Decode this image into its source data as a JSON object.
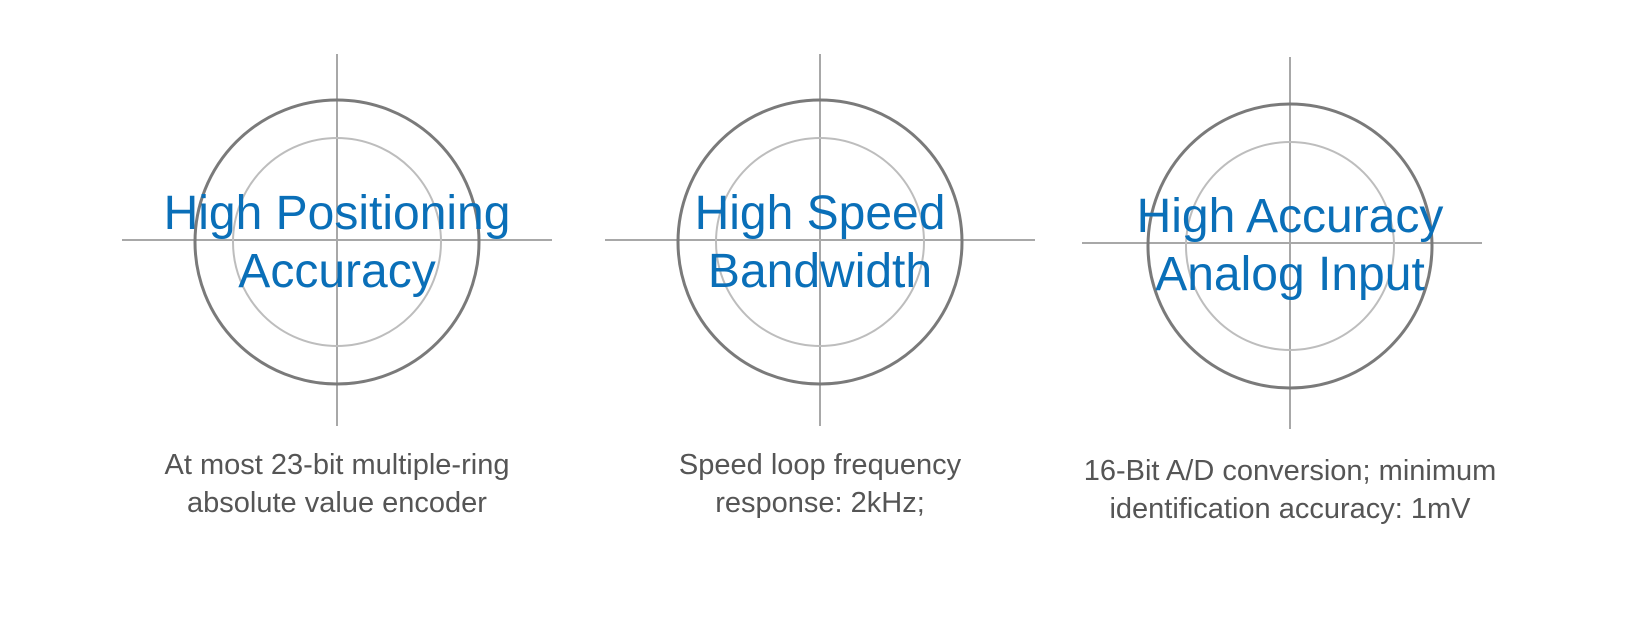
{
  "colors": {
    "title": "#0a6fb8",
    "description": "#555555",
    "outer_ring": "#7a7a7a",
    "inner_ring": "#bdbdbd",
    "crosshair": "#a8a8a8"
  },
  "features": [
    {
      "title_lines": [
        "High Positioning",
        "Accuracy"
      ],
      "description_lines": [
        "At most 23-bit multiple-ring",
        "absolute value encoder"
      ]
    },
    {
      "title_lines": [
        "High Speed",
        "Bandwidth"
      ],
      "description_lines": [
        "Speed loop frequency",
        "response: 2kHz;"
      ]
    },
    {
      "title_lines": [
        "High Accuracy",
        "Analog Input"
      ],
      "description_lines": [
        "16-Bit A/D conversion; minimum",
        "identification accuracy: 1mV"
      ]
    }
  ]
}
